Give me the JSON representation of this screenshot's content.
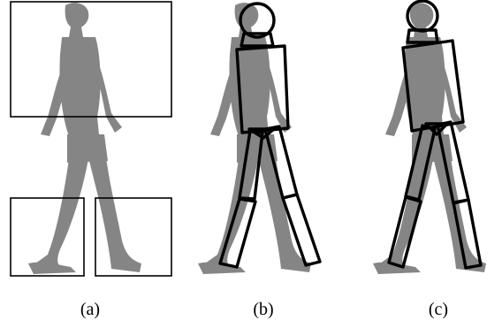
{
  "panels": [
    {
      "id": "a",
      "label": "(a)",
      "annotation": "bounding-boxes"
    },
    {
      "id": "b",
      "label": "(b)",
      "annotation": "part-model"
    },
    {
      "id": "c",
      "label": "(c)",
      "annotation": "part-model"
    }
  ],
  "colors": {
    "silhouette": "#858585",
    "outline": "#000000",
    "background": "#ffffff"
  }
}
